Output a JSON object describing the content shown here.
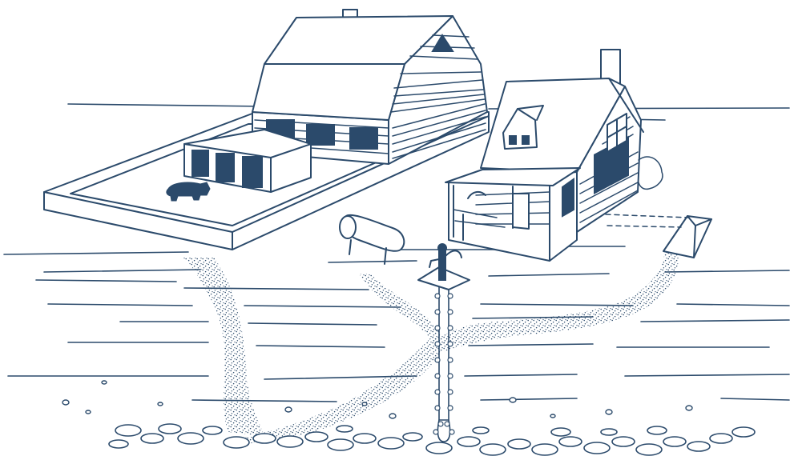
{
  "illustration": {
    "ink_color": "#2b4a6b",
    "background_color": "#ffffff",
    "elements": [
      "barn",
      "animal-pen",
      "pig",
      "house",
      "fuel-tank",
      "septic-tank",
      "water-well-pump",
      "well-casing",
      "contaminant-plume",
      "soil-layers",
      "bedrock-stones"
    ]
  }
}
